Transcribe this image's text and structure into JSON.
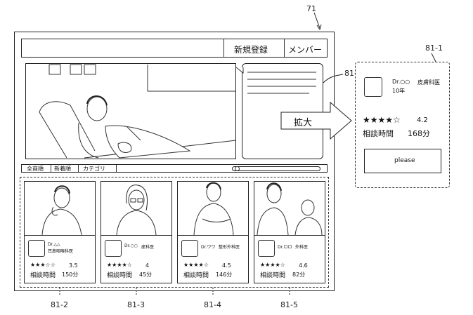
{
  "labels": {
    "device": "71",
    "enlarged_ref": "81-1",
    "panel_ref": "81-1",
    "card_refs": [
      "81-2",
      "81-3",
      "81-4",
      "81-5"
    ]
  },
  "header": {
    "register": "新規登録",
    "member": "メンバー"
  },
  "tabs": [
    "全商順",
    "新着順",
    "カテゴリ"
  ],
  "arrow_label": "拡大",
  "enlarged": {
    "name": "Dr.○○",
    "specialty": "皮膚科医",
    "years": "10年",
    "stars": "★★★★☆",
    "rating": "4.2",
    "time_label": "相談時間",
    "time_value": "168分",
    "button": "please"
  },
  "cards": [
    {
      "name": "Dr.△△",
      "specialty": "耳鼻咽喉科医",
      "stars": "★★★☆☆",
      "rating": "3.5",
      "time_label": "相談時間",
      "time": "150分"
    },
    {
      "name": "Dr.○○",
      "specialty": "産科医",
      "stars": "★★★★☆",
      "rating": "4",
      "time_label": "相談時間",
      "time": "45分"
    },
    {
      "name": "Dr.ワワ",
      "specialty": "整形外科医",
      "stars": "★★★★☆",
      "rating": "4.5",
      "time_label": "相談時間",
      "time": "146分"
    },
    {
      "name": "Dr.ロロ",
      "specialty": "外科医",
      "stars": "★★★★☆",
      "rating": "4.6",
      "time_label": "相談時間",
      "time": "82分"
    }
  ]
}
